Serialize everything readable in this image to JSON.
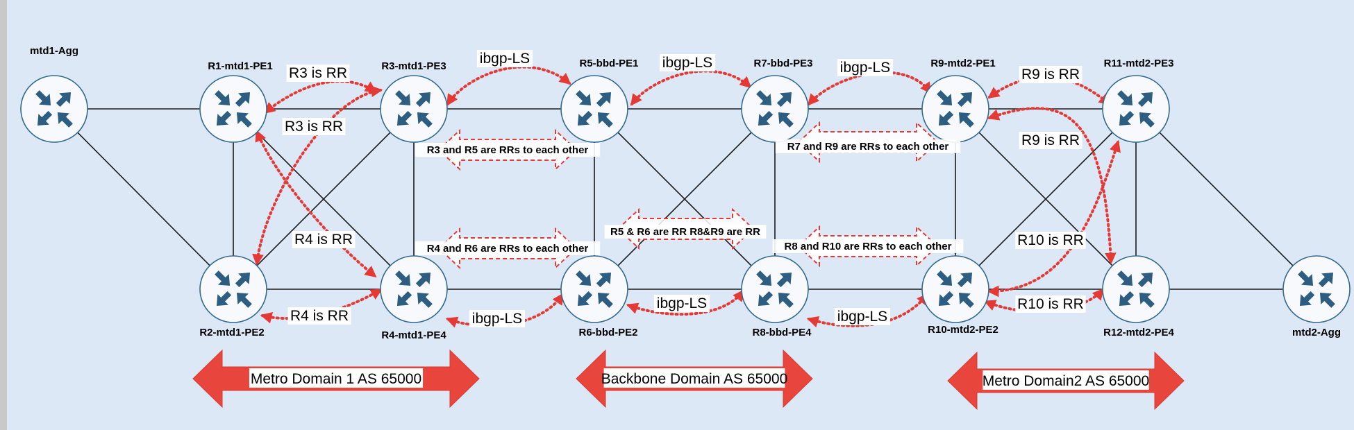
{
  "routers": [
    {
      "id": "mtd1",
      "label": "mtd1-Agg"
    },
    {
      "id": "r1",
      "label": "R1-mtd1-PE1"
    },
    {
      "id": "r2",
      "label": "R2-mtd1-PE2"
    },
    {
      "id": "r3",
      "label": "R3-mtd1-PE3"
    },
    {
      "id": "r4",
      "label": "R4-mtd1-PE4"
    },
    {
      "id": "r5",
      "label": "R5-bbd-PE1"
    },
    {
      "id": "r6",
      "label": "R6-bbd-PE2"
    },
    {
      "id": "r7",
      "label": "R7-bbd-PE3"
    },
    {
      "id": "r8",
      "label": "R8-bbd-PE4"
    },
    {
      "id": "r9",
      "label": "R9-mtd2-PE1"
    },
    {
      "id": "r10",
      "label": "R10-mtd2-PE2"
    },
    {
      "id": "r11",
      "label": "R11-mtd2-PE3"
    },
    {
      "id": "r12",
      "label": "R12-mtd2-PE4"
    },
    {
      "id": "mtd2",
      "label": "mtd2-Agg"
    }
  ],
  "links": [
    [
      "mtd1",
      "r1"
    ],
    [
      "mtd1",
      "r2"
    ],
    [
      "r1",
      "r3"
    ],
    [
      "r1",
      "r2"
    ],
    [
      "r1",
      "r4"
    ],
    [
      "r3",
      "r2"
    ],
    [
      "r2",
      "r4"
    ],
    [
      "r3",
      "r4"
    ],
    [
      "r3",
      "r5"
    ],
    [
      "r4",
      "r6"
    ],
    [
      "r5",
      "r6"
    ],
    [
      "r5",
      "r7"
    ],
    [
      "r6",
      "r8"
    ],
    [
      "r5",
      "r8"
    ],
    [
      "r6",
      "r7"
    ],
    [
      "r7",
      "r8"
    ],
    [
      "r7",
      "r9"
    ],
    [
      "r8",
      "r10"
    ],
    [
      "r9",
      "r10"
    ],
    [
      "r9",
      "r11"
    ],
    [
      "r10",
      "r12"
    ],
    [
      "r9",
      "r12"
    ],
    [
      "r10",
      "r11"
    ],
    [
      "r11",
      "r12"
    ],
    [
      "r11",
      "mtd2"
    ],
    [
      "r12",
      "mtd2"
    ]
  ],
  "session_labels": [
    "R3 is RR",
    "R3 is RR",
    "R4 is RR",
    "R4 is RR",
    "ibgp-LS",
    "ibgp-LS",
    "ibgp-LS",
    "ibgp-LS",
    "ibgp-LS",
    "ibgp-LS",
    "R9 is RR",
    "R9 is RR",
    "R10 is RR",
    "R10 is RR"
  ],
  "pair_labels": [
    "R3 and R5 are RRs to each other",
    "R4 and R6 are RRs to each other",
    "R7 and R9 are RRs to each other",
    "R8 and R10 are RRs to each other",
    "R5 & R6 are RR R8&R9 are RR"
  ],
  "domains": [
    "Metro Domain 1 AS 65000",
    "Backbone Domain AS 65000",
    "Metro Domain2 AS 65000"
  ],
  "colors": {
    "background": "#dde8f7",
    "router_fill": "#f7f9fc",
    "router_stroke": "#336a90",
    "router_arrow": "#2d5d80",
    "session_arrow": "#e53935",
    "domain_arrow": "#e8453c"
  }
}
